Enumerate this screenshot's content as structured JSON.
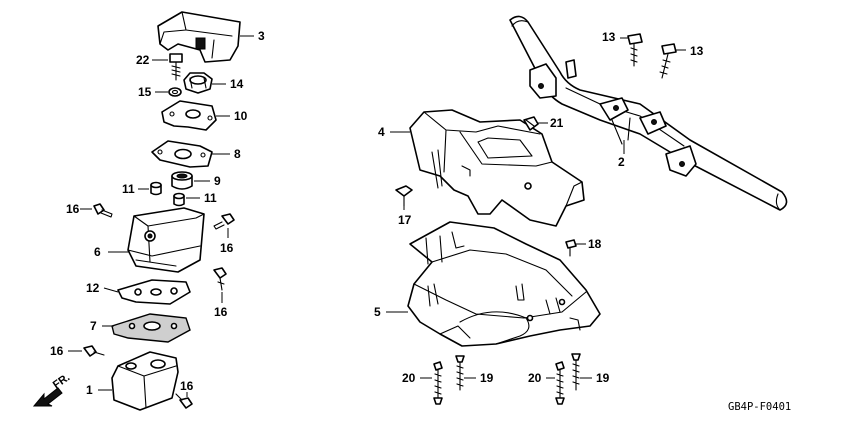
{
  "diagram": {
    "code": "GB4P-F0401",
    "direction_label": "FR.",
    "callouts": {
      "p1": "1",
      "p2": "2",
      "p3": "3",
      "p4": "4",
      "p5": "5",
      "p6": "6",
      "p7": "7",
      "p8": "8",
      "p9": "9",
      "p10": "10",
      "p11a": "11",
      "p11b": "11",
      "p12": "12",
      "p13a": "13",
      "p13b": "13",
      "p14": "14",
      "p15": "15",
      "p16a": "16",
      "p16b": "16",
      "p16c": "16",
      "p16d": "16",
      "p16e": "16",
      "p17": "17",
      "p18": "18",
      "p19a": "19",
      "p19b": "19",
      "p20a": "20",
      "p20b": "20",
      "p21": "21",
      "p22": "22"
    }
  }
}
